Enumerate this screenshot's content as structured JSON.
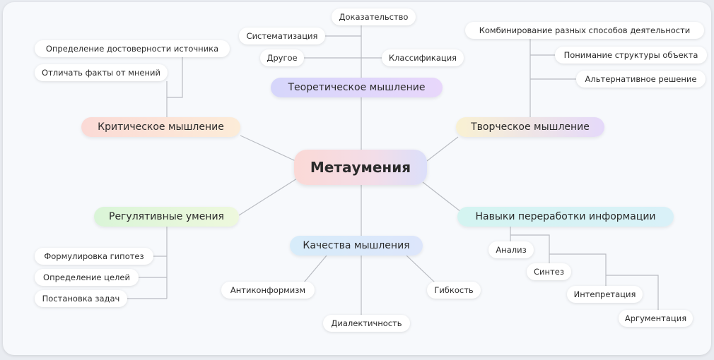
{
  "root": "Метаумения",
  "branches": {
    "theoretical": {
      "label": "Теоретическое мышление",
      "items": [
        "Доказательство",
        "Систематизация",
        "Другое",
        "Классификация"
      ]
    },
    "critical": {
      "label": "Критическое мышление",
      "items": [
        "Определение достоверности источника",
        "Отличать факты от мнений"
      ]
    },
    "creative": {
      "label": "Творческое мышление",
      "items": [
        "Комбинирование разных способов деятельности",
        "Понимание структуры объекта",
        "Альтернативное решение"
      ]
    },
    "regulatory": {
      "label": "Регулятивные умения",
      "items": [
        "Формулировка гипотез",
        "Определение целей",
        "Постановка задач"
      ]
    },
    "information": {
      "label": "Навыки переработки информации",
      "items": [
        "Анализ",
        "Синтез",
        "Интепретация",
        "Аргументация"
      ]
    },
    "qualities": {
      "label": "Качества мышления",
      "items": [
        "Антиконформизм",
        "Диалектичность",
        "Гибкость"
      ]
    }
  }
}
